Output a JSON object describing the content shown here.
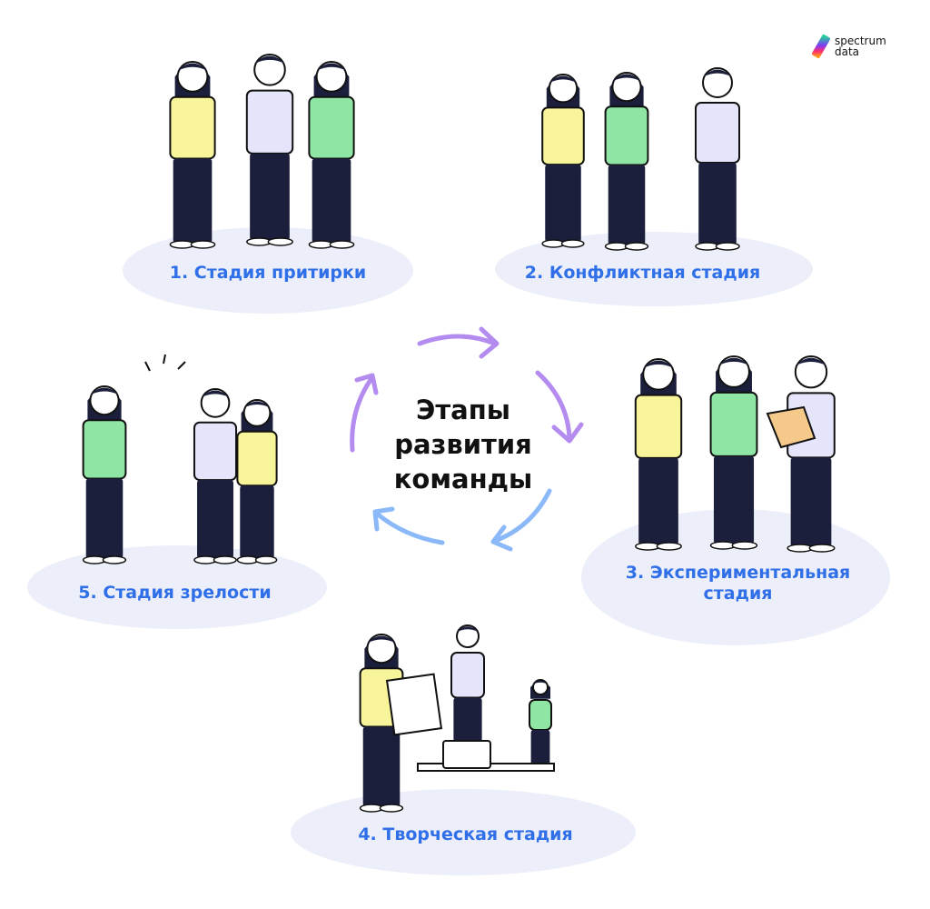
{
  "logo": {
    "line1": "spectrum",
    "line2": "data"
  },
  "title": {
    "line1": "Этапы",
    "line2": "развития",
    "line3": "команды"
  },
  "stages": [
    {
      "label": "1. Стадия притирки"
    },
    {
      "label": "2. Конфликтная стадия"
    },
    {
      "label_line1": "3. Экспериментальная",
      "label_line2": "стадия"
    },
    {
      "label": "4. Творческая стадия"
    },
    {
      "label": "5. Стадия зрелости"
    }
  ],
  "colors": {
    "label": "#2f6fe8",
    "blob": "#eceef9",
    "arrow_purple": "#b48cf0",
    "arrow_blue": "#8ab8f8",
    "shirt_yellow": "#f7f49a",
    "shirt_green": "#8fe6a4",
    "shirt_lilac": "#e4e4fa",
    "pants": "#1b1f3b"
  }
}
